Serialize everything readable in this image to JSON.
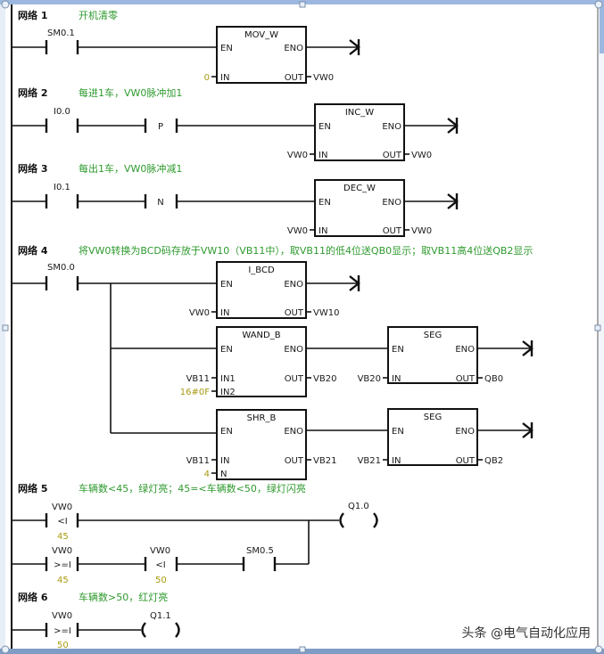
{
  "colors": {
    "comment": "#2e9a2e",
    "constant": "#a89a10",
    "frame": "#9db8e0",
    "line": "#111111"
  },
  "networks": [
    {
      "title": "网络 1",
      "comment": "开机清零",
      "contacts": [
        {
          "address": "SM0.1",
          "type": "NO"
        }
      ],
      "boxes": [
        {
          "name": "MOV_W",
          "en": "EN",
          "eno": "ENO",
          "inputs": [
            {
              "pin": "IN",
              "value": "0",
              "const": true
            }
          ],
          "outputs": [
            {
              "pin": "OUT",
              "value": "VW0"
            }
          ]
        }
      ]
    },
    {
      "title": "网络 2",
      "comment": "每进1车，VW0脉冲加1",
      "contacts": [
        {
          "address": "I0.0",
          "type": "NO"
        },
        {
          "address": "",
          "type": "P",
          "symbol": "P"
        }
      ],
      "boxes": [
        {
          "name": "INC_W",
          "en": "EN",
          "eno": "ENO",
          "inputs": [
            {
              "pin": "IN",
              "value": "VW0"
            }
          ],
          "outputs": [
            {
              "pin": "OUT",
              "value": "VW0"
            }
          ]
        }
      ]
    },
    {
      "title": "网络 3",
      "comment": "每出1车，VW0脉冲减1",
      "contacts": [
        {
          "address": "I0.1",
          "type": "NO"
        },
        {
          "address": "",
          "type": "N",
          "symbol": "N"
        }
      ],
      "boxes": [
        {
          "name": "DEC_W",
          "en": "EN",
          "eno": "ENO",
          "inputs": [
            {
              "pin": "IN",
              "value": "VW0"
            }
          ],
          "outputs": [
            {
              "pin": "OUT",
              "value": "VW0"
            }
          ]
        }
      ]
    },
    {
      "title": "网络 4",
      "comment": "将VW0转换为BCD码存放于VW10（VB11中），取VB11的低4位送QB0显示；取VB11高4位送QB2显示",
      "contacts": [
        {
          "address": "SM0.0",
          "type": "NO"
        }
      ],
      "boxes": [
        {
          "name": "I_BCD",
          "en": "EN",
          "eno": "ENO",
          "inputs": [
            {
              "pin": "IN",
              "value": "VW0"
            }
          ],
          "outputs": [
            {
              "pin": "OUT",
              "value": "VW10"
            }
          ]
        },
        {
          "name": "WAND_B",
          "en": "EN",
          "eno": "ENO",
          "inputs": [
            {
              "pin": "IN1",
              "value": "VB11"
            },
            {
              "pin": "IN2",
              "value": "16#0F",
              "const": true
            }
          ],
          "outputs": [
            {
              "pin": "OUT",
              "value": "VB20"
            }
          ]
        },
        {
          "name": "SEG",
          "en": "EN",
          "eno": "ENO",
          "inputs": [
            {
              "pin": "IN",
              "value": "VB20"
            }
          ],
          "outputs": [
            {
              "pin": "OUT",
              "value": "QB0"
            }
          ]
        },
        {
          "name": "SHR_B",
          "en": "EN",
          "eno": "ENO",
          "inputs": [
            {
              "pin": "IN",
              "value": "VB11"
            },
            {
              "pin": "N",
              "value": "4",
              "const": true
            }
          ],
          "outputs": [
            {
              "pin": "OUT",
              "value": "VB21"
            }
          ]
        },
        {
          "name": "SEG",
          "en": "EN",
          "eno": "ENO",
          "inputs": [
            {
              "pin": "IN",
              "value": "VB21"
            }
          ],
          "outputs": [
            {
              "pin": "OUT",
              "value": "QB2"
            }
          ]
        }
      ]
    },
    {
      "title": "网络 5",
      "comment": "车辆数<45，绿灯亮；45=<车辆数<50，绿灯闪亮",
      "contacts": [
        {
          "address": "VW0",
          "symbol": "<I",
          "operand": "45"
        },
        {
          "address": "VW0",
          "symbol": ">=I",
          "operand": "45"
        },
        {
          "address": "VW0",
          "symbol": "<I",
          "operand": "50"
        },
        {
          "address": "SM0.5",
          "type": "NO"
        }
      ],
      "coil": {
        "address": "Q1.0"
      }
    },
    {
      "title": "网络 6",
      "comment": "车辆数>50，红灯亮",
      "contacts": [
        {
          "address": "VW0",
          "symbol": ">=I",
          "operand": "50"
        }
      ],
      "coil": {
        "address": "Q1.1"
      }
    }
  ],
  "watermark": "头条 @电气自动化应用"
}
